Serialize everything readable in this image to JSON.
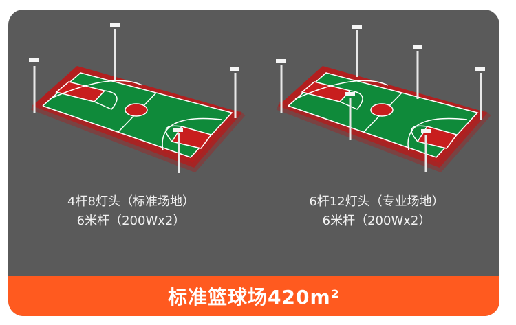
{
  "colors": {
    "background": "#5a5a5a",
    "banner": "#ff5a1f",
    "court_green": "#0f8a3a",
    "court_red": "#c81e1e"
  },
  "left": {
    "line1": "4杆8灯头（标准场地）",
    "line2": "6米杆（200Wx2）"
  },
  "right": {
    "line1": "6杆12灯头（专业场地）",
    "line2": "6米杆（200Wx2）"
  },
  "banner": {
    "text": "标准篮球场420m²"
  }
}
